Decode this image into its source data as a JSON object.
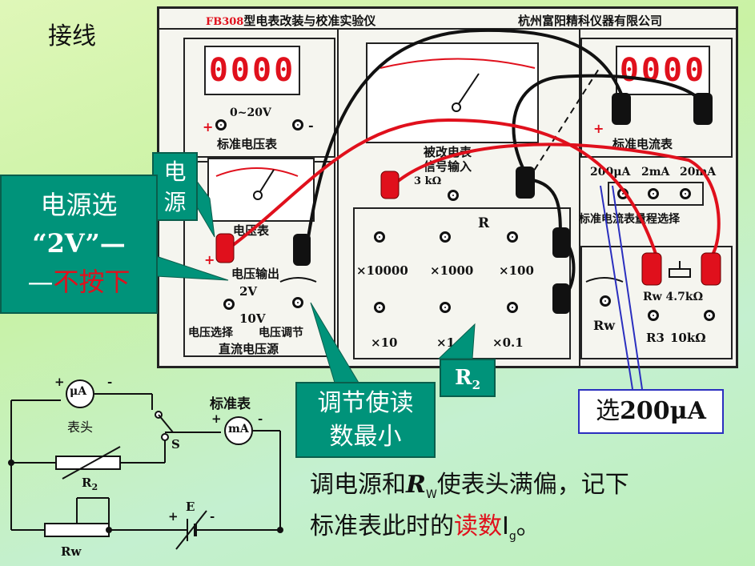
{
  "slide_title": "接线",
  "panel": {
    "model": "FB308",
    "name": "型电表改装与校准实验仪",
    "maker": "杭州富阳精科仪器有限公司",
    "std_voltmeter": {
      "range": "0~20V",
      "title": "标准电压表",
      "display": "0000"
    },
    "std_ammeter": {
      "display": "0000",
      "title": "标准电流表"
    },
    "signal_input": {
      "title_line1": "被改电表",
      "title_line2": "信号输入",
      "resistor": "3 kΩ"
    },
    "range_select": {
      "ranges": [
        "200μA",
        "2mA",
        "20mA"
      ],
      "title": "标准电流表量程选择"
    },
    "voltmeter": {
      "title": "电压表"
    },
    "voltage_output": {
      "title": "电压输出",
      "opt_2v": "2V",
      "opt_10v": "10V",
      "select_label": "电压选择",
      "adjust_label": "电压调节",
      "source_label": "直流电压源"
    },
    "resistance_box": {
      "title": "R",
      "multipliers_top": [
        "×10000",
        "×1000",
        "×100"
      ],
      "multipliers_bottom": [
        "×10",
        "×1",
        "×0.1"
      ]
    },
    "rw": {
      "label": "Rw",
      "resistor": "Rw 4.7kΩ",
      "r3_label": "R3",
      "r3_value": "10kΩ"
    }
  },
  "callouts": {
    "power_label": "电源",
    "power_select_line1": "电源选",
    "power_select_line2": "“2V”—",
    "power_select_line3_prefix": "—",
    "power_select_line3_red": "不按下",
    "adjust_line1": "调节使读",
    "adjust_line2": "数最小",
    "r2_label": "R",
    "r2_sub": "2",
    "select_prefix": "选",
    "select_value": "200μA"
  },
  "circuit": {
    "meter_head_symbol": "μA",
    "meter_head_label": "表头",
    "std_label": "标准表",
    "std_symbol": "mA",
    "switch_label": "S",
    "r2_label": "R",
    "r2_sub": "2",
    "rw_label": "Rw",
    "battery_label": "E",
    "plus": "+",
    "minus": "-"
  },
  "instruction": {
    "line1_prefix": "调电源和",
    "rw_symbol": "R",
    "rw_sub": "W",
    "line1_suffix": "使表头满偏，记下",
    "line2_prefix": "标准表此时的",
    "line2_red": "读数",
    "ig_symbol": "I",
    "ig_sub": "g",
    "line2_suffix": "。"
  },
  "colors": {
    "accent_red": "#e0101c",
    "callout_green": "#00937a",
    "callout_blue_border": "#2b2fbf"
  }
}
